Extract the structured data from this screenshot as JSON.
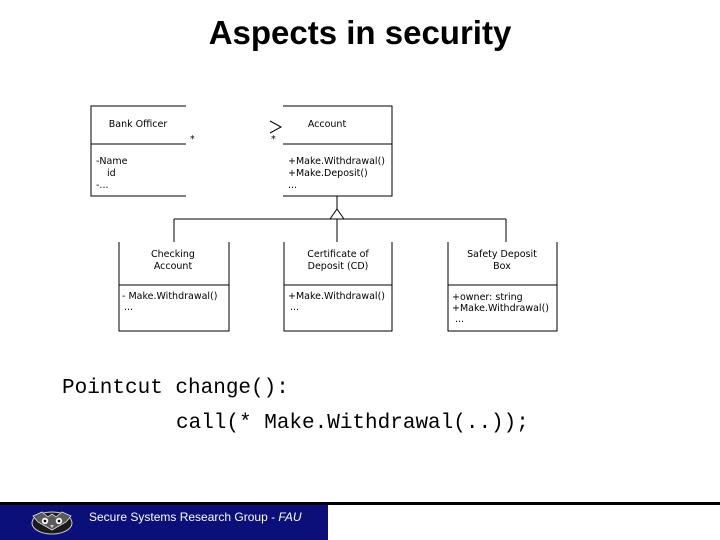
{
  "slide": {
    "title": "Aspects in security"
  },
  "diagram": {
    "classes": {
      "bank_officer": {
        "name": "Bank Officer",
        "attributes": [
          "-Name",
          "id",
          "-..."
        ]
      },
      "account": {
        "name": "Account",
        "methods": [
          "+Make.Withdrawal()",
          "+Make.Deposit()",
          "..."
        ]
      },
      "checking": {
        "name_line1": "Checking",
        "name_line2": "Account",
        "methods": [
          "- Make.Withdrawal()",
          "..."
        ]
      },
      "cd": {
        "name_line1": "Certificate of",
        "name_line2": "Deposit (CD)",
        "methods": [
          "+Make.Withdrawal()",
          "..."
        ]
      },
      "safety": {
        "name_line1": "Safety Deposit",
        "name_line2": "Box",
        "members": [
          "+owner: string",
          "+Make.Withdrawal()",
          "..."
        ]
      }
    },
    "multiplicity_left": "*",
    "multiplicity_right": "*"
  },
  "pointcut": {
    "line1": "Pointcut change():",
    "line2": "call(* Make.Withdrawal(..));"
  },
  "footer": {
    "group": "Secure Systems Research Group",
    "separator": " - ",
    "org": "FAU"
  },
  "colors": {
    "footer_bg": "#0b0f7a",
    "footer_text": "#ffffff"
  }
}
